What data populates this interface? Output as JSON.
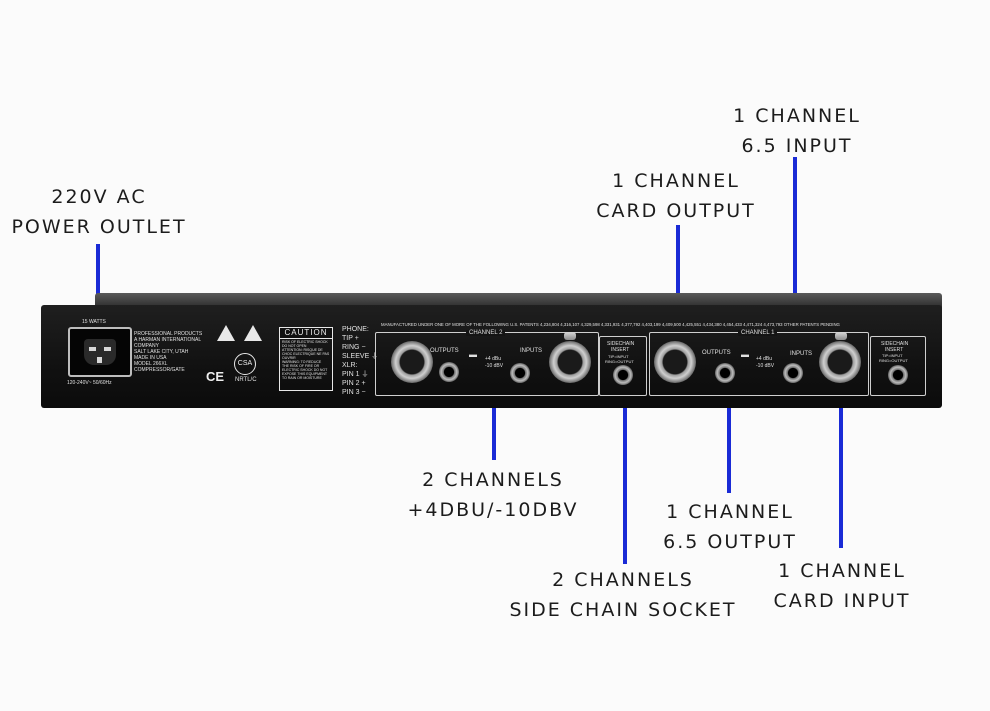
{
  "callouts": {
    "power": [
      "220V AC",
      "POWER OUTLET"
    ],
    "ch_card_output": [
      "1 CHANNEL",
      "CARD OUTPUT"
    ],
    "ch_65_input": [
      "1 CHANNEL",
      "6.5 INPUT"
    ],
    "level": [
      "2 CHANNELS",
      "+4DBU/-10DBV"
    ],
    "ch_65_output": [
      "1 CHANNEL",
      "6.5 OUTPUT"
    ],
    "sidechain": [
      "2 CHANNELS",
      "SIDE CHAIN SOCKET"
    ],
    "ch_card_input": [
      "1 CHANNEL",
      "CARD INPUT"
    ]
  },
  "leader_color": "#1a2bd6",
  "device": {
    "watts": "15 WATTS",
    "voltage": "120-240V~ 50/60Hz",
    "maker": [
      "PROFESSIONAL PRODUCTS",
      "A HARMAN INTERNATIONAL",
      "COMPANY",
      "SALT LAKE CITY, UTAH",
      "MADE IN USA",
      "MODEL 266XL",
      "COMPRESSOR/GATE"
    ],
    "caution_title": "CAUTION",
    "caution_lines": [
      "RISK OF ELECTRIC SHOCK",
      "DO NOT OPEN",
      "ATTENTION: RISQUE DE",
      "CHOC ELECTRIQUE NE PAS",
      "OUVRIR",
      "WARNING: TO REDUCE",
      "THE RISK OF FIRE OR",
      "ELECTRIC SHOCK DO NOT",
      "EXPOSE THIS EQUIPMENT",
      "TO RAIN OR MOISTURE"
    ],
    "ce": "CE",
    "nrtl": "NRTL/C",
    "pinout": [
      "PHONE:",
      "TIP +",
      "RING −",
      "SLEEVE ⏚",
      "XLR:",
      "PIN 1 ⏚",
      "PIN 2 +",
      "PIN 3 −"
    ],
    "patents": "MANUFACTURED UNDER ONE OF MORE OF THE FOLLOWING U.S. PATENTS 4,234,804 4,316,107 4,329,598 4,331,931 4,377,792 4,403,199 4,409,500 4,425,551 4,434,380 4,454,433 4,471,324 4,473,793 OTHER PATENTS PENDING",
    "channel2": "CHANNEL 2",
    "channel1": "CHANNEL 1",
    "outputs": "OUTPUTS",
    "inputs": "INPUTS",
    "level_switch": [
      "+4 dBu",
      "-10 dBV"
    ],
    "sidechain_label": [
      "SIDECHAIN",
      "INSERT"
    ],
    "sidechain_sub": [
      "TIP=INPUT",
      "RING=OUTPUT"
    ]
  }
}
